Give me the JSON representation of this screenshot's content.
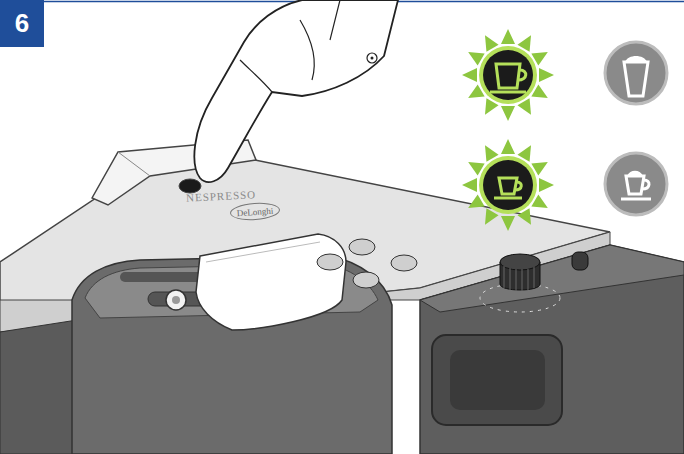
{
  "diagram": {
    "nodes": [
      {
        "text": [
          "6"
        ]
      },
      {
        "text": [
          "DeLonghi"
        ]
      }
    ],
    "labels": [
      "NESPRESSO"
    ]
  }
}
